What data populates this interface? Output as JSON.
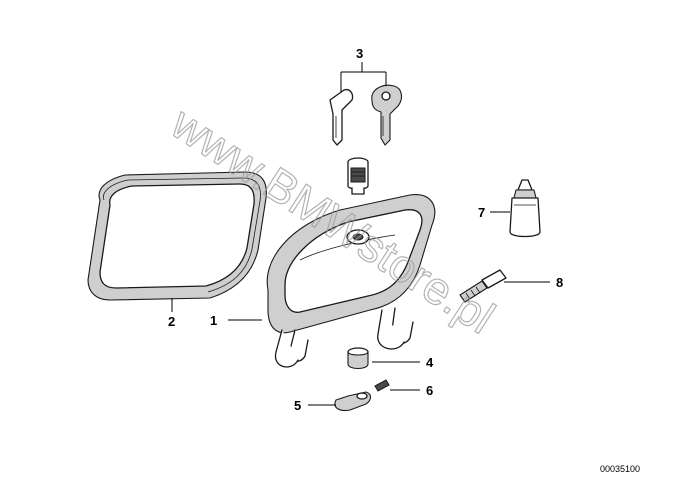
{
  "watermark": "www.BMWstore.pl",
  "document_number": "00035100",
  "parts": [
    {
      "id": "part-1",
      "label": "1"
    },
    {
      "id": "part-2",
      "label": "2"
    },
    {
      "id": "part-3",
      "label": "3"
    },
    {
      "id": "part-4",
      "label": "4"
    },
    {
      "id": "part-5",
      "label": "5"
    },
    {
      "id": "part-6",
      "label": "6"
    },
    {
      "id": "part-7",
      "label": "7"
    },
    {
      "id": "part-8",
      "label": "8"
    }
  ],
  "colors": {
    "line": "#1a1a1a",
    "shade": "#cfcfcf",
    "watermark": "#9a9a9a"
  }
}
